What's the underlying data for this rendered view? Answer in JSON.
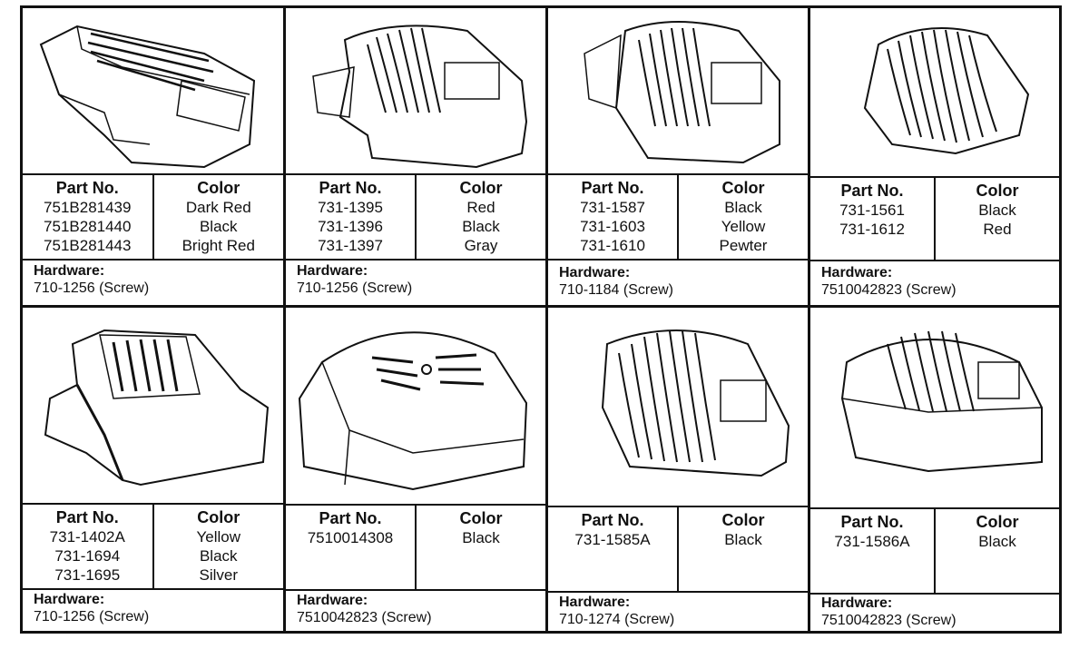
{
  "labels": {
    "part": "Part No.",
    "color": "Color",
    "hardware": "Hardware:"
  },
  "cells": [
    {
      "parts": [
        "751B281439",
        "751B281440",
        "751B281443"
      ],
      "colors": [
        "Dark Red",
        "Black",
        "Bright Red"
      ],
      "hardware": "710-1256 (Screw)"
    },
    {
      "parts": [
        "731-1395",
        "731-1396",
        "731-1397"
      ],
      "colors": [
        "Red",
        "Black",
        "Gray"
      ],
      "hardware": "710-1256 (Screw)"
    },
    {
      "parts": [
        "731-1587",
        "731-1603",
        "731-1610"
      ],
      "colors": [
        "Black",
        "Yellow",
        "Pewter"
      ],
      "hardware": "710-1184 (Screw)"
    },
    {
      "parts": [
        "731-1561",
        "731-1612"
      ],
      "colors": [
        "Black",
        "Red"
      ],
      "hardware": "7510042823 (Screw)"
    },
    {
      "parts": [
        "731-1402A",
        "731-1694",
        "731-1695"
      ],
      "colors": [
        "Yellow",
        "Black",
        "Silver"
      ],
      "hardware": "710-1256 (Screw)"
    },
    {
      "parts": [
        "7510014308"
      ],
      "colors": [
        "Black"
      ],
      "hardware": "7510042823 (Screw)"
    },
    {
      "parts": [
        "731-1585A"
      ],
      "colors": [
        "Black"
      ],
      "hardware": "710-1274 (Screw)"
    },
    {
      "parts": [
        "731-1586A"
      ],
      "colors": [
        "Black"
      ],
      "hardware": "7510042823 (Screw)"
    }
  ]
}
